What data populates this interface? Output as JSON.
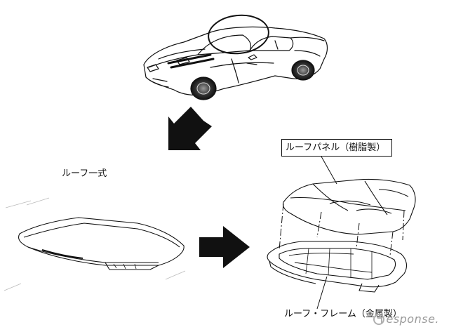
{
  "labels": {
    "roof_assembly": "ルーフ一式",
    "roof_panel": "ルーフパネル（樹脂製）",
    "roof_frame": "ルーフ・フレーム（金属製）"
  },
  "watermark": {
    "text": "esponse."
  },
  "colors": {
    "line": "#111111",
    "arrow": "#111111",
    "watermark": "#9a9a9a"
  }
}
